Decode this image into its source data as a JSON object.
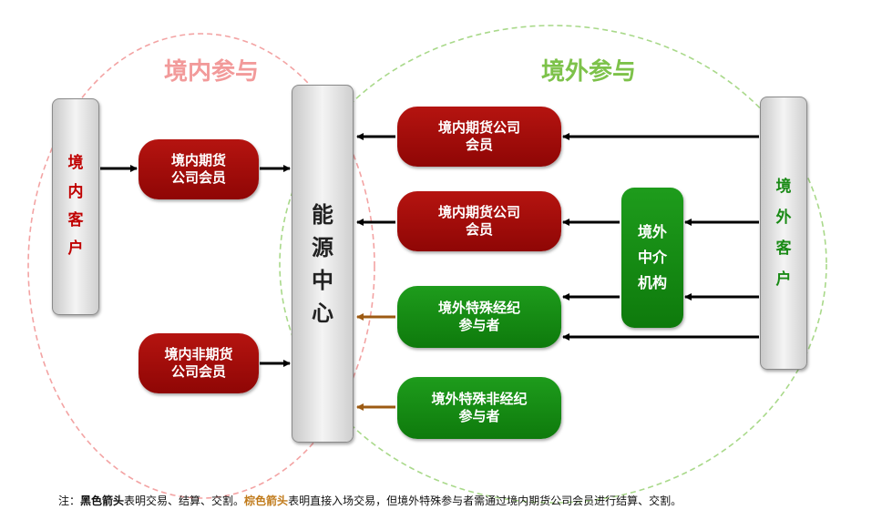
{
  "regions": {
    "domestic": {
      "title": "境内参与"
    },
    "overseas": {
      "title": "境外参与"
    }
  },
  "nodes": {
    "domestic_client": {
      "chars": [
        "境",
        "内",
        "客",
        "户"
      ]
    },
    "energy_center": {
      "chars": [
        "能",
        "源",
        "中",
        "心"
      ]
    },
    "overseas_client": {
      "chars": [
        "境",
        "外",
        "客",
        "户"
      ]
    },
    "overseas_intermediary": {
      "chars": [
        "境外",
        "中介",
        "机构"
      ]
    },
    "domestic_futures_member": {
      "line1": "境内期货",
      "line2": "公司会员"
    },
    "domestic_nonfutures_member": {
      "line1": "境内非期货",
      "line2": "公司会员"
    },
    "futures_member_1": {
      "line1": "境内期货公司",
      "line2": "会员"
    },
    "futures_member_2": {
      "line1": "境内期货公司",
      "line2": "会员"
    },
    "special_broker": {
      "line1": "境外特殊经纪",
      "line2": "参与者"
    },
    "special_nonbroker": {
      "line1": "境外特殊非经纪",
      "line2": "参与者"
    }
  },
  "footnote": {
    "prefix": "注：",
    "black_arrow": "黑色箭头",
    "black_desc": "表明交易、结算、交割。",
    "brown_arrow": "棕色箭头",
    "brown_desc": "表明直接入场交易，但境外特殊参与者需通过境内期货公司会员进行结算、交割。"
  },
  "colors": {
    "red_node": "#a20d0b",
    "green_node": "#188a16",
    "domestic_circle": "#f3a3a3",
    "overseas_circle": "#a9d98a",
    "domestic_title": "#f29a9a",
    "overseas_title": "#7dc24a",
    "client_text_red": "#c00000",
    "client_text_green": "#1a8a16",
    "black_arrow": "#000000",
    "brown_arrow": "#9c5a12"
  }
}
